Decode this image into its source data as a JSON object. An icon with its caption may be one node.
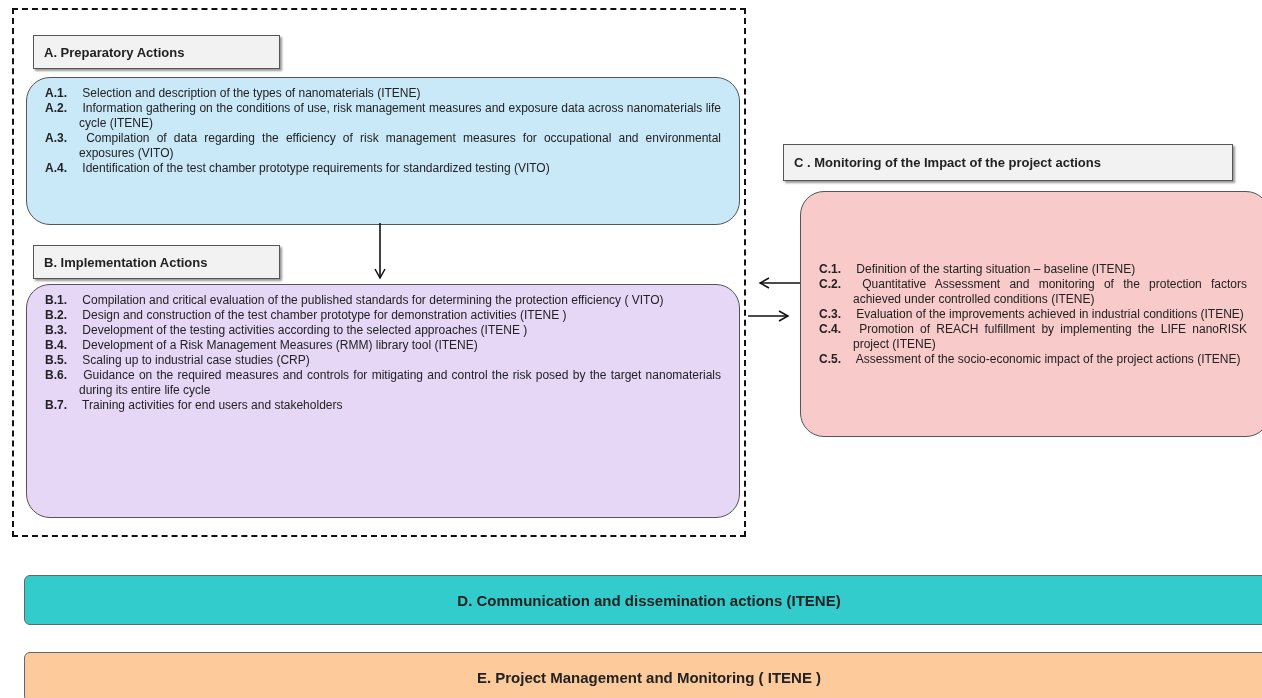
{
  "diagram": {
    "nodes": [
      {
        "text": [],
        "shape": "box"
      },
      {
        "text": [
          "A. Preparatory Actions"
        ],
        "in": 0
      },
      {
        "text": [
          "**A.1.** Selection and description of the types of nanomaterials (ITENE)",
          "**A.2.** Information gathering on the conditions of use, risk management measures and exposure data across nanomaterials life cycle (ITENE)",
          "**A.3.** Compilation of data regarding the efficiency of risk management measures for occupational and environmental exposures (VITO)",
          "**A.4.** Identification of the test chamber prototype requirements for standardized testing (VITO)"
        ],
        "in": 0
      },
      {
        "text": [
          "B. Implementation Actions"
        ],
        "in": 0
      },
      {
        "text": [
          "**B.1.** Compilation and critical evaluation of the published standards for determining the protection efficiency ( VITO)",
          "**B.2.** Design and construction of the test chamber prototype for demonstration activities (ITENE )",
          "**B.3.** Development of the testing activities according to the selected approaches (ITENE )",
          "**B.4.** Development of a Risk Management Measures (RMM) library tool (ITENE)",
          "**B.5.** Scaling up to industrial case studies (CRP)",
          "**B.6.** Guidance on the required measures and controls for mitigating and control the risk posed by the target nanomaterials during its entire life cycle",
          "**B.7.** Training activities for end users and stakeholders"
        ],
        "in": 0
      },
      {
        "text": [
          "C . Monitoring of the Impact of the project actions"
        ]
      },
      {
        "text": [
          "**C.1.** Definition of the starting situation – baseline (ITENE)",
          "**C.2.** Quantitative Assessment and monitoring of the protection factors achieved under controlled conditions (ITENE)",
          "**C.3.** Evaluation of the improvements achieved in industrial conditions (ITENE)",
          "**C.4.** Promotion of REACH fulfillment by implementing the LIFE nanoRISK project (ITENE)",
          "**C.5.** Assessment of the socio-economic impact of the project actions (ITENE)"
        ]
      },
      {
        "text": [
          "D. Communication and dissemination actions (ITENE)"
        ]
      },
      {
        "text": [
          "E. Project Management and Monitoring ( ITENE )"
        ]
      }
    ],
    "edges": [
      {
        "from": 2,
        "to": 4,
        "arrow": "to"
      },
      {
        "from": 6,
        "to": 0,
        "arrow": "to"
      },
      {
        "from": 0,
        "to": 6,
        "arrow": "to"
      }
    ]
  }
}
